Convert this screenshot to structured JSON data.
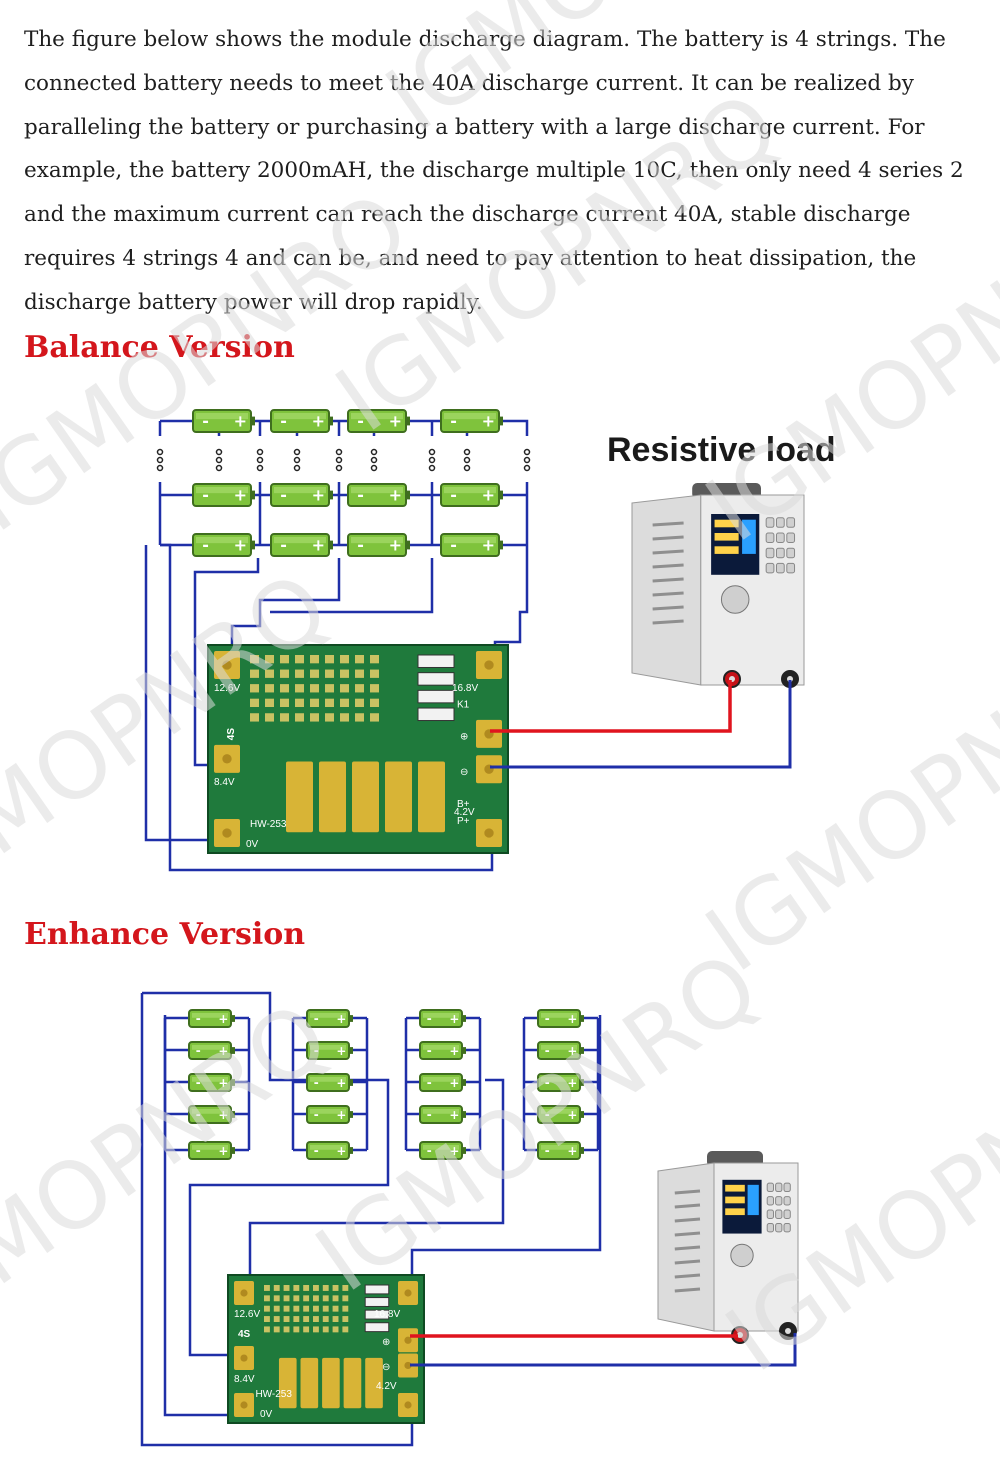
{
  "intro_text": "The figure below shows the module discharge diagram. The battery is 4 strings. The connected battery needs to meet the 40A discharge current. It can be realized by paralleling the battery or purchasing a battery with a large discharge current. For example, the battery 2000mAH, the discharge multiple 10C, then only need 4 series 2 and the maximum current can reach the discharge current 40A, stable discharge requires 4 strings 4 and can be, and need to pay attention to heat dissipation, the discharge battery power will drop rapidly.",
  "balance": {
    "title": "Balance Version",
    "load_label": "Resistive load",
    "board": {
      "label_12v": "12.6V",
      "label_8v": "8.4V",
      "label_4v": "4.2V",
      "label_0v": "0V",
      "label_16v": "16.8V",
      "label_4s": "4S",
      "label_model": "HW-253",
      "label_k": "K1",
      "label_b": "B+",
      "label_p": "P+",
      "label_plus": "⊕",
      "label_minus": "⊖"
    }
  },
  "enhance": {
    "title": "Enhance Version",
    "board": {
      "label_12v": "12.6V",
      "label_8v": "8.4V",
      "label_4v": "4.2V",
      "label_0v": "0V",
      "label_16v": "16.8V",
      "label_4s": "4S",
      "label_model": "HW-253",
      "label_plus": "⊕",
      "label_minus": "⊖"
    }
  },
  "cell": {
    "minus": "-",
    "plus": "+"
  },
  "watermark": "IGMOPNRQ",
  "colors": {
    "heading_red": "#d4161c",
    "wire_blue": "#1f2fa8",
    "wire_red": "#e0141e",
    "cell_green": "#7fc33c",
    "pcb_green": "#1f7a3c",
    "pad_gold": "#d8b436"
  }
}
